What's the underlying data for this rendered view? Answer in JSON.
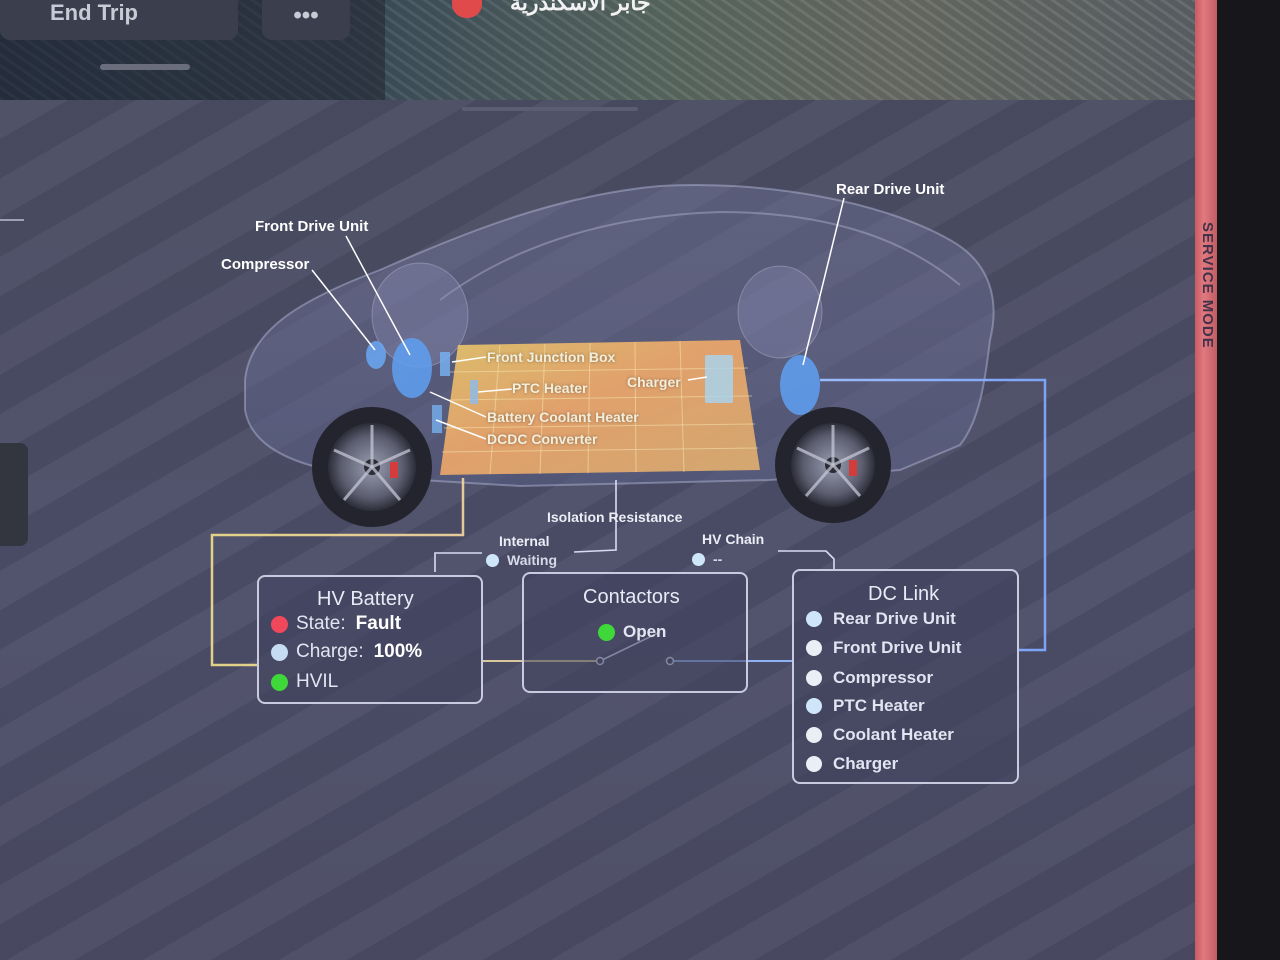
{
  "map": {
    "end_trip_label": "End Trip",
    "more_label": "•••",
    "place_label": "جابر الاسكندرية"
  },
  "service_mode": {
    "label": "SERVICE MODE",
    "color": "#d9666e"
  },
  "car_diagram": {
    "labels": {
      "front_drive_unit": "Front Drive Unit",
      "compressor": "Compressor",
      "rear_drive_unit": "Rear Drive Unit",
      "front_junction_box": "Front Junction Box",
      "ptc_heater": "PTC Heater",
      "charger": "Charger",
      "battery_coolant_heater": "Battery Coolant Heater",
      "dcdc_converter": "DCDC Converter"
    }
  },
  "isolation_resistance": {
    "label": "Isolation Resistance",
    "internal_label": "Internal",
    "internal_value": "Waiting",
    "hv_chain_label": "HV Chain",
    "hv_chain_value": "--"
  },
  "hv_battery": {
    "title": "HV Battery",
    "state_label": "State:",
    "state_value": "Fault",
    "state_color": "#f0485a",
    "charge_label": "Charge:",
    "charge_value": "100%",
    "hvil_label": "HVIL",
    "hvil_color": "#3fd83a"
  },
  "contactors": {
    "title": "Contactors",
    "status": "Open",
    "status_color": "#3fd83a"
  },
  "dc_link": {
    "title": "DC Link",
    "items": [
      {
        "label": "Rear Drive Unit",
        "color": "#cfe6fa"
      },
      {
        "label": "Front Drive Unit",
        "color": "#eceef6"
      },
      {
        "label": "Compressor",
        "color": "#eceef6"
      },
      {
        "label": "PTC Heater",
        "color": "#cfe6fa"
      },
      {
        "label": "Coolant Heater",
        "color": "#eceef6"
      },
      {
        "label": "Charger",
        "color": "#eceef6"
      }
    ]
  }
}
